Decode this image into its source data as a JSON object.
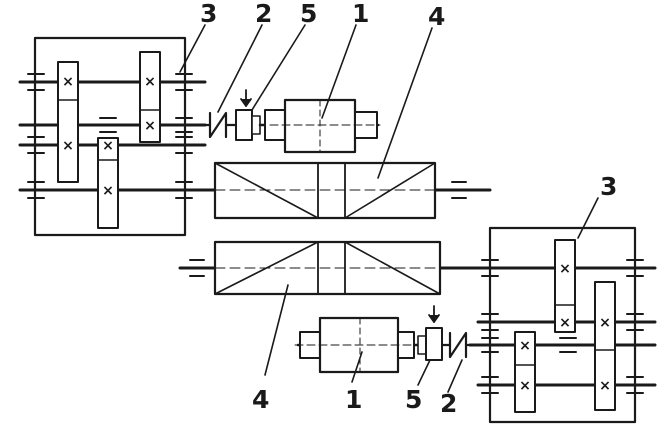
{
  "diagram": {
    "ink_color": "#1a1a1a",
    "background": "#ffffff",
    "callouts": {
      "top": {
        "gearbox": "3",
        "coupling": "2",
        "brake": "5",
        "motor": "1",
        "drum": "4"
      },
      "bottom": {
        "gearbox": "3",
        "drum": "4",
        "motor": "1",
        "brake": "5",
        "coupling": "2"
      }
    },
    "icons": {
      "brake_arrow": "down-arrow-icon",
      "gear_mark": "x-mark-icon"
    }
  }
}
